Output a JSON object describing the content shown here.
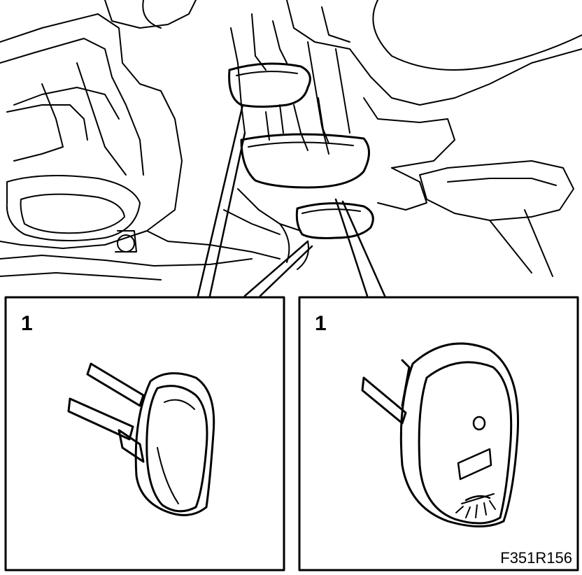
{
  "callouts": {
    "left_number": "1",
    "right_number": "1"
  },
  "figure_reference": "F351R156",
  "icons": {
    "left_detail": "rocker-switch-icon",
    "right_detail": "instrument-light-switch-icon"
  }
}
